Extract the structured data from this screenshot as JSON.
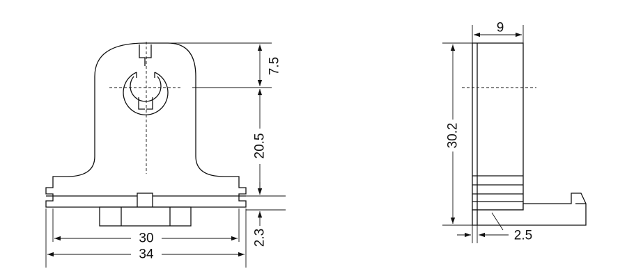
{
  "dimensions": {
    "hole_offset": "7.5",
    "center_height": "20.5",
    "base_height": "2.3",
    "inner_width": "30",
    "outer_width": "34",
    "side_width": "9",
    "total_height": "30.2",
    "foot_thickness": "2.5"
  },
  "colors": {
    "line": "#111111",
    "background": "#ffffff"
  }
}
